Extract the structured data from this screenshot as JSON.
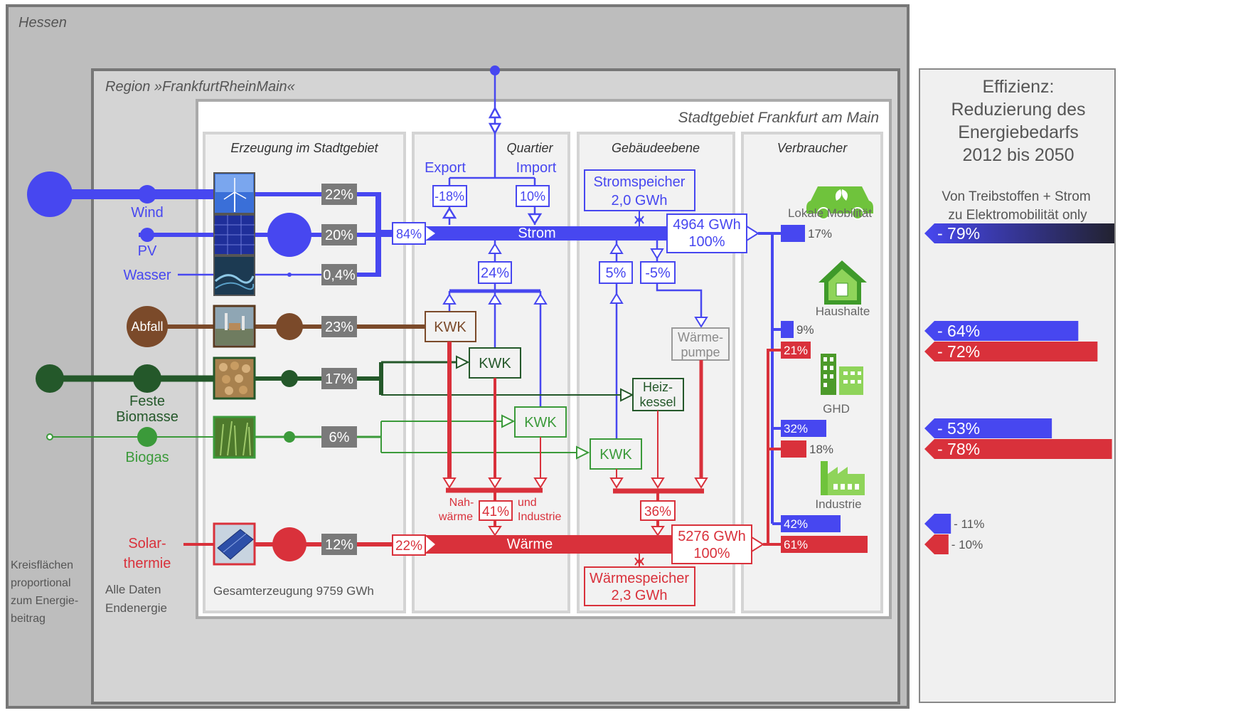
{
  "zones": {
    "hessen": "Hessen",
    "region": "Region »FrankfurtRheinMain«",
    "stadt": "Stadtgebiet Frankfurt am Main"
  },
  "columns": {
    "erzeugung": "Erzeugung im Stadtgebiet",
    "quartier": "Quartier",
    "gebaeude": "Gebäudeebene",
    "verbraucher": "Verbraucher"
  },
  "sources": {
    "wind": {
      "label": "Wind",
      "share": "22%"
    },
    "pv": {
      "label": "PV",
      "share": "20%"
    },
    "wasser": {
      "label": "Wasser",
      "share": "0,4%"
    },
    "abfall": {
      "label": "Abfall",
      "share": "23%"
    },
    "biomasse": {
      "label1": "Feste",
      "label2": "Biomasse",
      "share": "17%"
    },
    "biogas": {
      "label": "Biogas",
      "share": "6%"
    },
    "solar": {
      "label1": "Solar-",
      "label2": "thermie",
      "share": "12%"
    }
  },
  "quartier": {
    "export": "Export",
    "import": "Import",
    "export_pct": "-18%",
    "import_pct": "10%",
    "strom_in": "84%",
    "strom_up": "24%",
    "kwk": "KWK",
    "nah1": "Nah-",
    "nah2": "wärme",
    "pct41": "41%",
    "und1": "und",
    "und2": "Industrie",
    "waerme_in": "22%"
  },
  "gebaeude": {
    "stromspeicher1": "Stromspeicher",
    "stromspeicher2": "2,0  GWh",
    "plus5": "5%",
    "minus5": "-5%",
    "wp1": "Wärme-",
    "wp2": "pumpe",
    "heiz1": "Heiz-",
    "heiz2": "kessel",
    "kwk": "KWK",
    "pct36": "36%",
    "waermespeicher1": "Wärmespeicher",
    "waermespeicher2": "2,3  GWh"
  },
  "bus": {
    "strom": "Strom",
    "strom_total1": "4964 GWh",
    "strom_total2": "100%",
    "waerme": "Wärme",
    "waerme_total1": "5276 GWh",
    "waerme_total2": "100%"
  },
  "consumers": {
    "mobil": {
      "label": "Lokale Mobilität",
      "strom": "17%"
    },
    "haus": {
      "label": "Haushalte",
      "strom": "9%",
      "waerme": "21%"
    },
    "ghd": {
      "label": "GHD",
      "strom": "32%",
      "waerme": "18%"
    },
    "ind": {
      "label": "Industrie",
      "strom": "42%",
      "waerme": "61%"
    }
  },
  "notes": {
    "gesamt": "Gesamterzeugung 9759 GWh",
    "alle1": "Alle Daten",
    "alle2": "Endenergie",
    "kreis1": "Kreisflächen",
    "kreis2": "proportional",
    "kreis3": "zum Energie-",
    "kreis4": "beitrag"
  },
  "efficiency": {
    "title1": "Effizienz:",
    "title2": "Reduzierung des",
    "title3": "Energiebedarfs",
    "title4": "2012 bis 2050",
    "sub1": "Von Treibstoffen + Strom",
    "sub2": "zu Elektromobilität only",
    "mobil": {
      "pct": "- 79%",
      "value": 79
    },
    "haus": {
      "strom": "- 64%",
      "strom_value": 64,
      "waerme": "- 72%",
      "waerme_value": 72
    },
    "ghd": {
      "strom": "- 53%",
      "strom_value": 53,
      "waerme": "- 78%",
      "waerme_value": 78
    },
    "ind": {
      "strom": "- 11%",
      "strom_value": 11,
      "waerme": "- 10%",
      "waerme_value": 10
    }
  },
  "colors": {
    "strom": "#4747f0",
    "waerme": "#d9313b",
    "abfall": "#7b4a2a",
    "biomasse": "#24582a",
    "biogas": "#3b9a3a",
    "gray": "#7a7a7a"
  }
}
